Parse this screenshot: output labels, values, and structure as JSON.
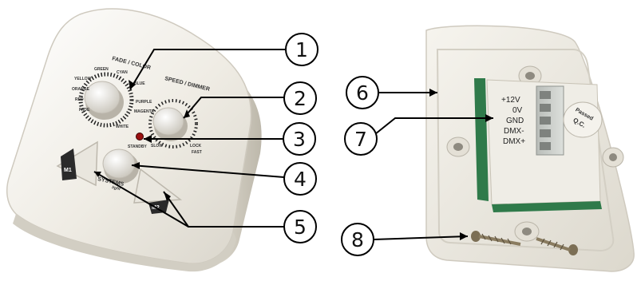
{
  "front_panel": {
    "fade_color_label": "FADE / COLOR",
    "speed_dimmer_label": "SPEED / DIMMER",
    "color_labels": [
      "GREEN",
      "CYAN",
      "BLUE",
      "YELLOW",
      "PURPLE",
      "ORANGE",
      "MAGENTA",
      "RED",
      "FADE",
      "WHITE"
    ],
    "speed_labels": [
      "SLOW",
      "FAST",
      "LOCK"
    ],
    "standby_label": "STANDBY",
    "m1_label": "M1",
    "m2_label": "M2",
    "brand_label": "SYSTEMS",
    "brand_sub": "light"
  },
  "back_panel": {
    "terminal_labels": [
      "+12V",
      "0V",
      "GND",
      "DMX-",
      "DMX+"
    ],
    "qc_sticker": {
      "line1": "Passed",
      "line2": "Q.C."
    }
  },
  "callouts": [
    "1",
    "2",
    "3",
    "4",
    "5",
    "6",
    "7",
    "8"
  ],
  "colors": {
    "housing": "#f1efe8",
    "led": "#9a1010",
    "pcb": "#2f7a4a",
    "terminal": "#c8ccc8"
  }
}
